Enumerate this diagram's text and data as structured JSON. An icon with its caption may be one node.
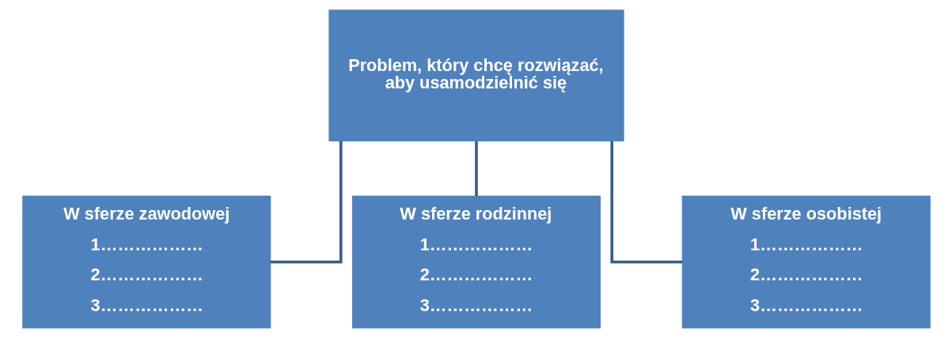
{
  "diagram": {
    "nodes": [
      {
        "text": [
          "Problem, który chcę rozwiązać, aby usamodzielnić się"
        ]
      },
      {
        "text": [
          "W sferze zawodowej",
          "1………………",
          "2………………",
          "3………………"
        ]
      },
      {
        "text": [
          "W sferze rodzinnej",
          "1………………",
          "2………………",
          "3………………"
        ]
      },
      {
        "text": [
          "W sferze osobistej",
          "1………………",
          "2………………",
          "3………………"
        ]
      }
    ],
    "edges": [
      {
        "from": 0,
        "to": 1,
        "arrow": "none"
      },
      {
        "from": 0,
        "to": 2,
        "arrow": "none"
      },
      {
        "from": 0,
        "to": 3,
        "arrow": "none"
      }
    ]
  }
}
